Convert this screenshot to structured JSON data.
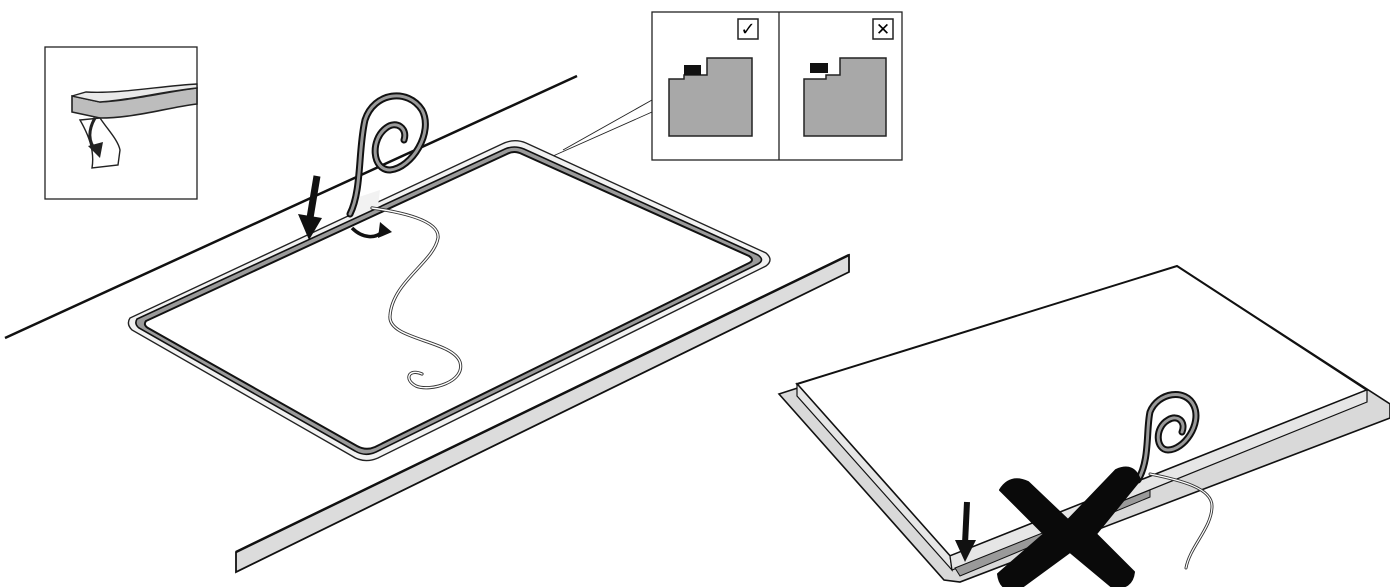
{
  "figure": {
    "panels": [
      {
        "id": "inset-seal-peel",
        "icon": "peel-arrow-icon"
      },
      {
        "id": "correct-incorrect-detail",
        "marks": {
          "correct": "✓",
          "incorrect": "✕"
        }
      },
      {
        "id": "correct-installation",
        "icons": [
          "press-arrow-icon",
          "turn-arrow-icon"
        ]
      },
      {
        "id": "incorrect-installation",
        "icons": [
          "press-arrow-icon",
          "cross-icon"
        ]
      }
    ],
    "colors": {
      "line": "#1a1a1a",
      "worktop_edge": "#dcdcdc",
      "seal_fill": "#9a9a9a",
      "detail_fill": "#a8a8a8",
      "cross": "#0a0a0a"
    }
  }
}
